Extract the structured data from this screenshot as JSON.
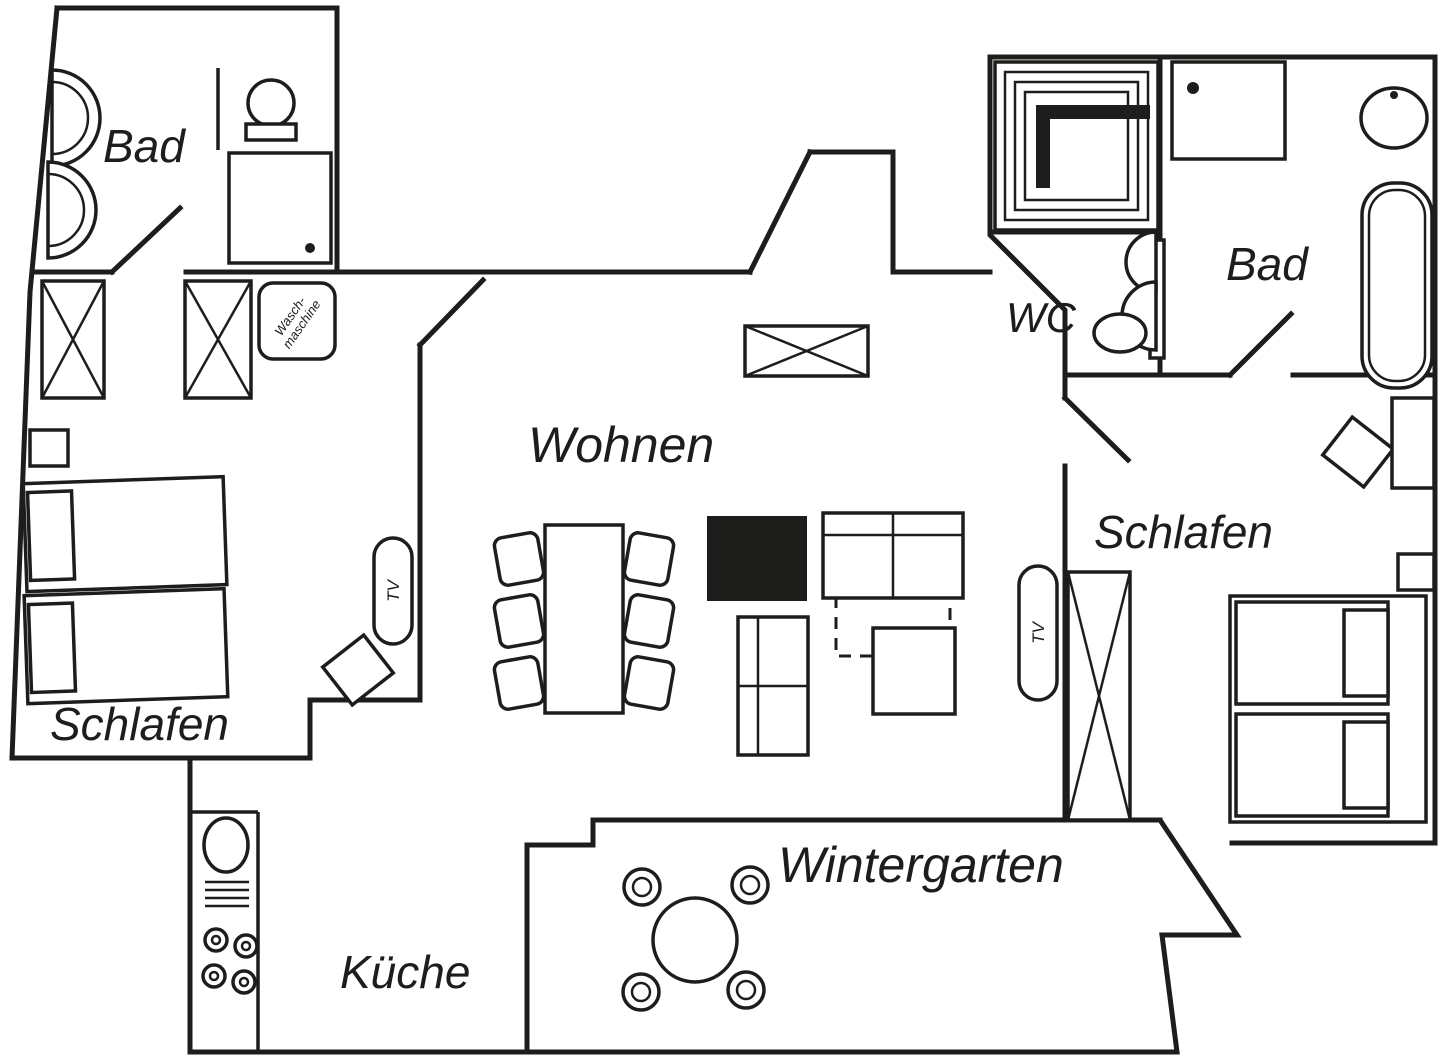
{
  "plan": {
    "rooms": {
      "bad_left": "Bad",
      "schlafen_left": "Schlafen",
      "wohnen": "Wohnen",
      "kueche": "Küche",
      "wintergarten": "Wintergarten",
      "wc": "WC",
      "bad_right": "Bad",
      "schlafen_right": "Schlafen"
    },
    "appliances": {
      "waschmaschine_line1": "Wasch-",
      "waschmaschine_line2": "maschine",
      "tv_left": "TV",
      "tv_right": "TV"
    },
    "colors": {
      "line": "#1d1d1b",
      "background": "#ffffff"
    }
  }
}
